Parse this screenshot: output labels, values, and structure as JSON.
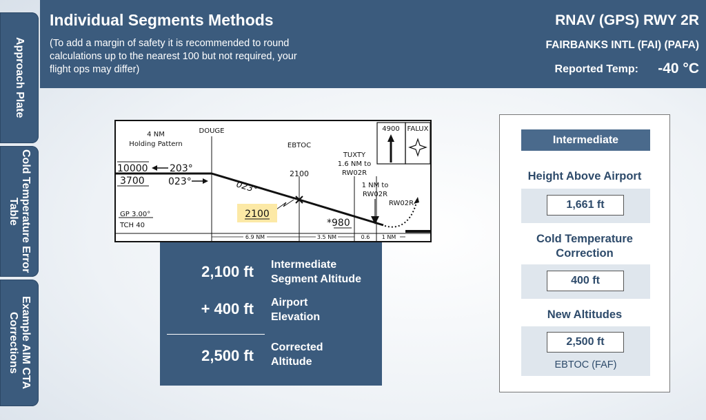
{
  "header": {
    "title": "Individual Segments Methods",
    "note": "(To add a margin of safety it is recommended to round calculations up to the nearest 100 but not required, your flight ops may differ)",
    "approach": "RNAV (GPS) RWY 2R",
    "airport": "FAIRBANKS INTL (FAI) (PAFA)",
    "temp_label": "Reported Temp:",
    "temp_value": "-40 °C"
  },
  "tabs": [
    {
      "label": "Approach Plate"
    },
    {
      "label": "Cold Temperature Error Table"
    },
    {
      "label": "Example AIM CTA Corrections"
    }
  ],
  "plate": {
    "hold_label_1": "4 NM",
    "hold_label_2": "Holding Pattern",
    "douge": "DOUGE",
    "ebtoc": "EBTOC",
    "ebtoc_alt": "2100",
    "tuxty": "TUXTY",
    "tuxty_dist_1": "1.6 NM to",
    "tuxty_dist_2": "RW02R",
    "nm_to_1": "1 NM to",
    "nm_to_2": "RW02R",
    "rw02r": "RW02R",
    "alt_top": "10000",
    "alt_bottom": "3700",
    "inbound_course": "203°",
    "outbound_course": "023°",
    "track_course": "023°",
    "highlight_alt": "2100",
    "min_alt": "*980",
    "gp": "GP 3.00°",
    "tch": "TCH 40",
    "msa": "4900",
    "falux": "FALUX",
    "dist_1": "6.9 NM",
    "dist_2": "3.5 NM",
    "dist_3": "0.6",
    "dist_4": "1 NM"
  },
  "calc": {
    "row1_value": "2,100 ft",
    "row1_label_1": "Intermediate",
    "row1_label_2": "Segment Altitude",
    "row2_value": "+  400 ft",
    "row2_label_1": "Airport",
    "row2_label_2": "Elevation",
    "row3_value": "2,500 ft",
    "row3_label_1": "Corrected",
    "row3_label_2": "Altitude"
  },
  "panel": {
    "heading": "Intermediate",
    "height_label": "Height Above Airport",
    "height_value": "1,661 ft",
    "correction_label_1": "Cold Temperature",
    "correction_label_2": "Correction",
    "correction_value": "400 ft",
    "new_label": "New Altitudes",
    "new_value": "2,500 ft",
    "fix_name": "EBTOC (FAF)"
  }
}
